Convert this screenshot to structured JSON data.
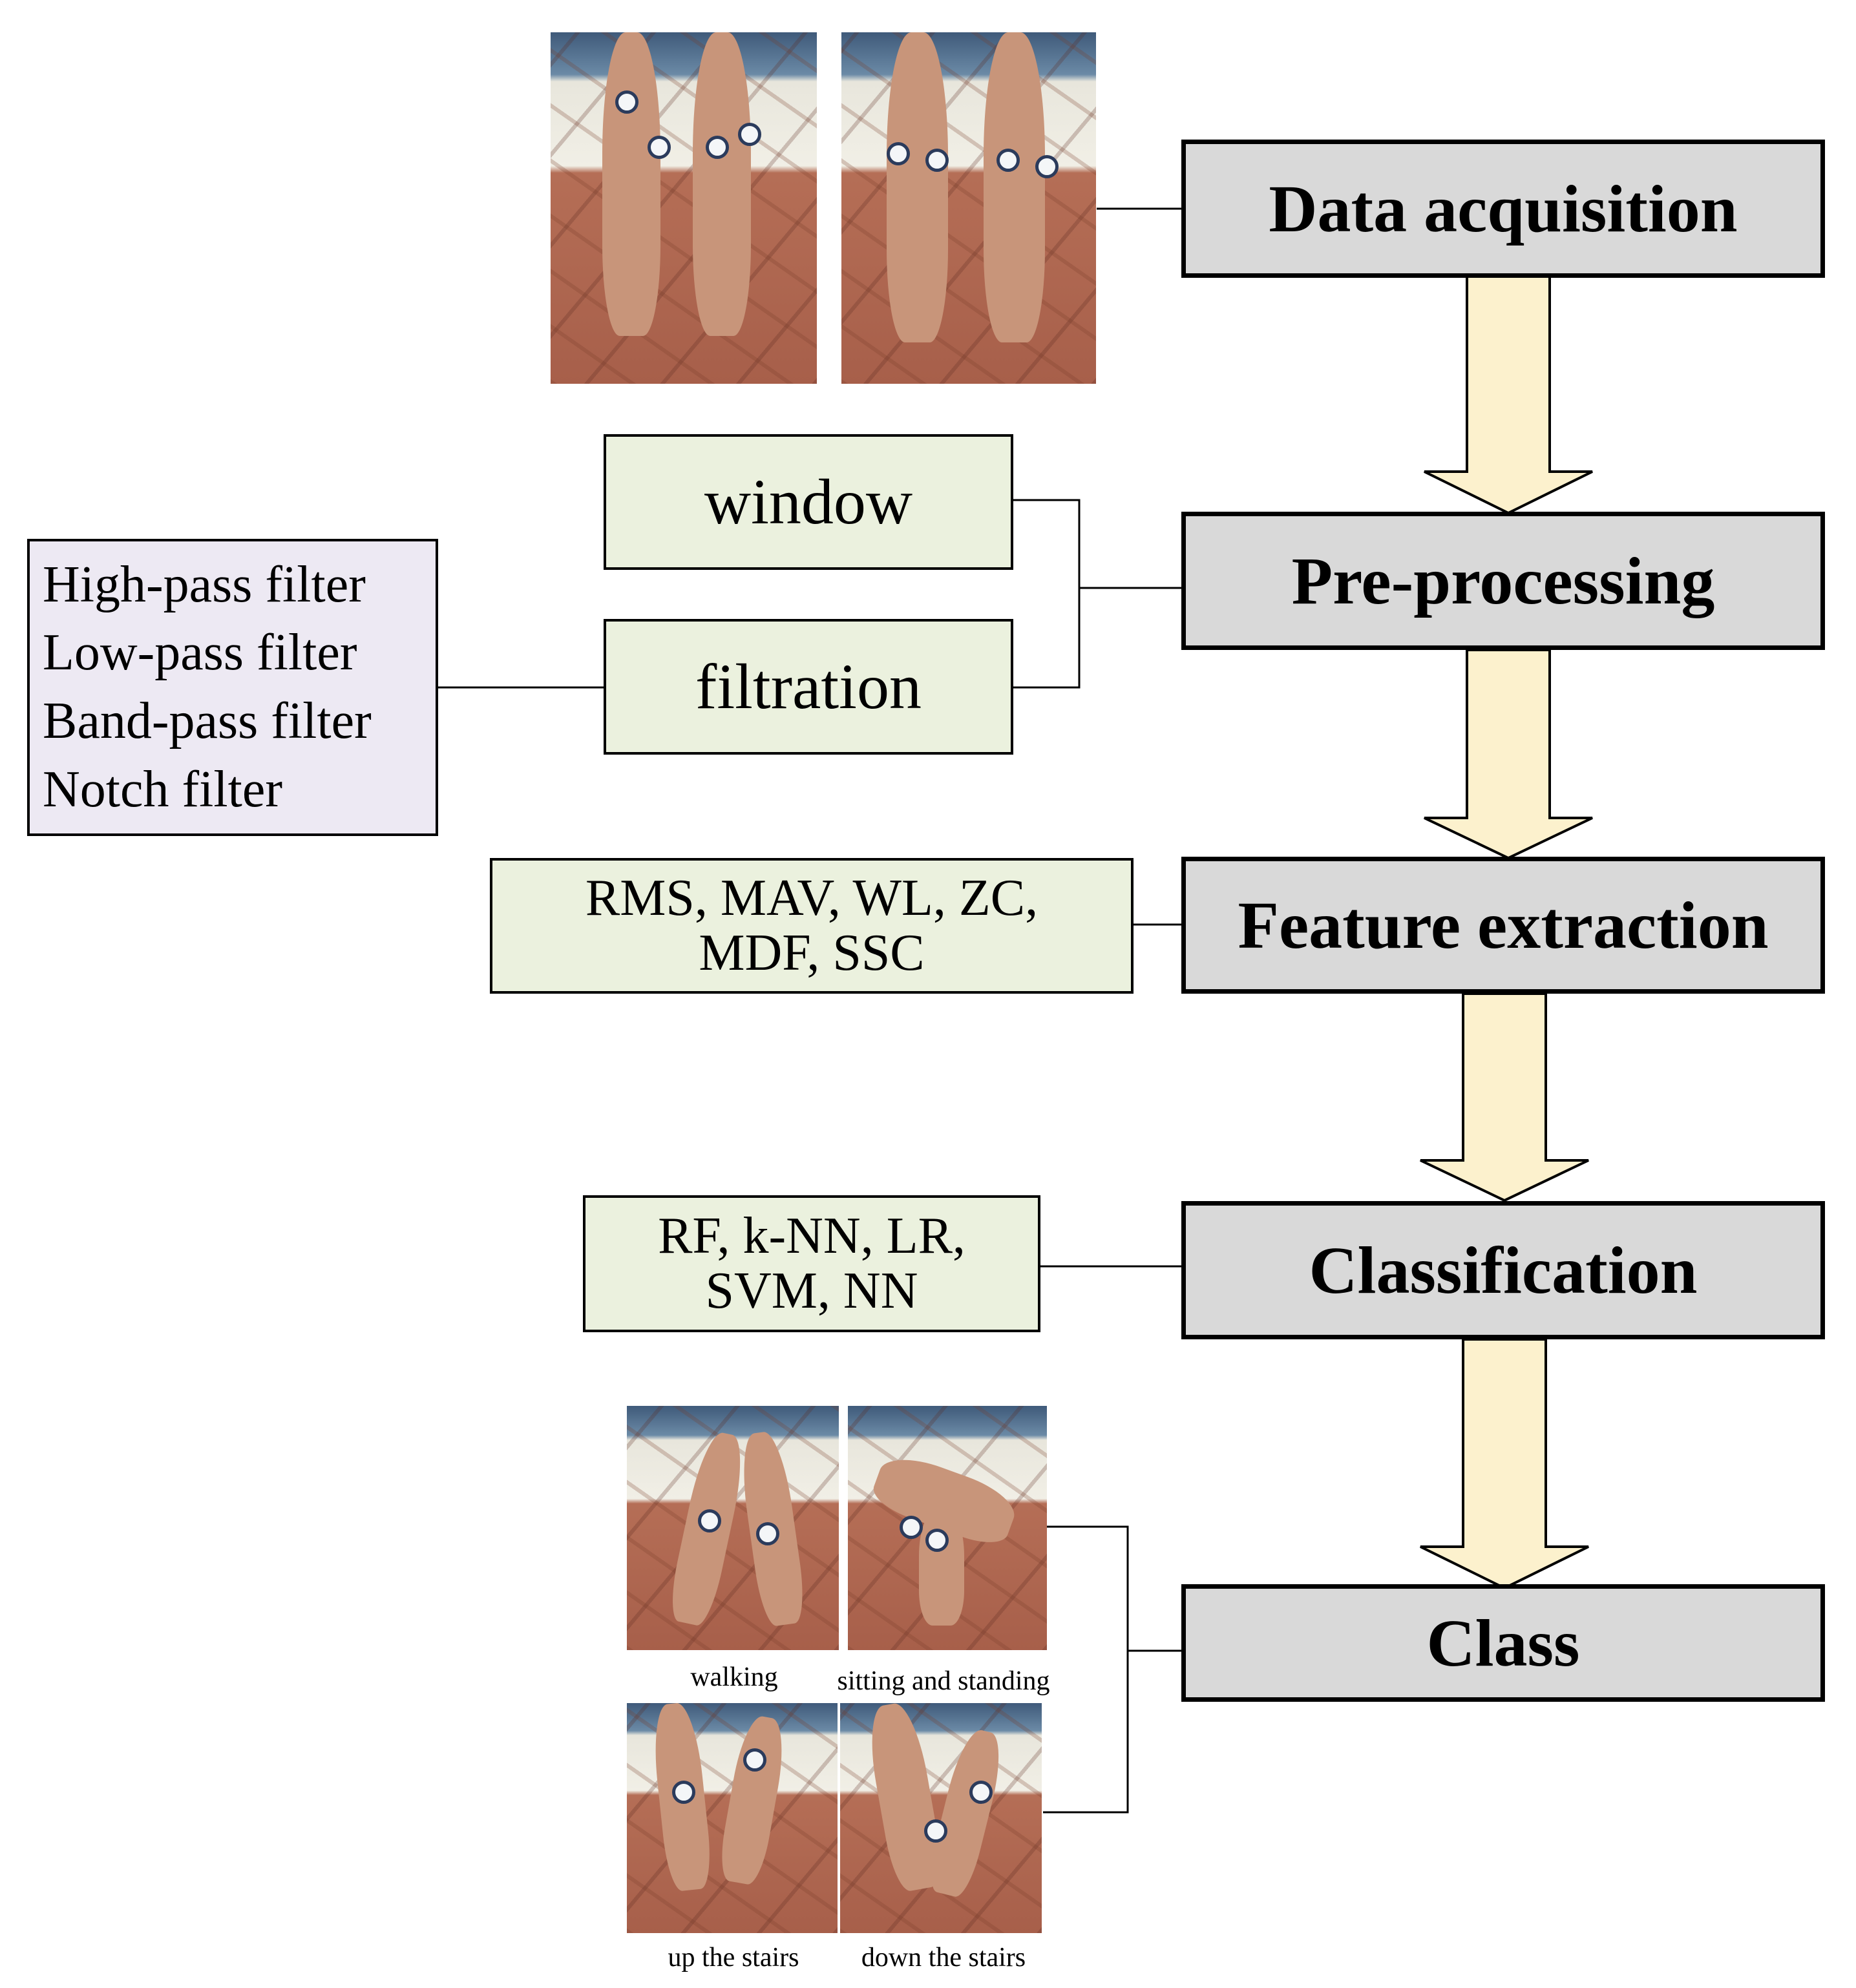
{
  "stages": {
    "acquisition": "Data acquisition",
    "preprocessing": "Pre-processing",
    "features": "Feature extraction",
    "classification": "Classification",
    "class": "Class"
  },
  "preprocessing": {
    "window": "window",
    "filtration": "filtration"
  },
  "filters": [
    "High-pass filter",
    "Low-pass filter",
    "Band-pass filter",
    "Notch filter"
  ],
  "features": {
    "line1": "RMS, MAV, WL, ZC,",
    "line2": "MDF, SSC"
  },
  "classifiers": {
    "line1": "RF, k-NN, LR,",
    "line2": "SVM, NN"
  },
  "activities": [
    "walking",
    "sitting and standing",
    "up the stairs",
    "down the stairs"
  ],
  "colors": {
    "stage_fill": "#d9d9d9",
    "side_fill": "#ebf1de",
    "filter_fill": "#ede9f3",
    "arrow_fill": "#fcf1cd"
  }
}
